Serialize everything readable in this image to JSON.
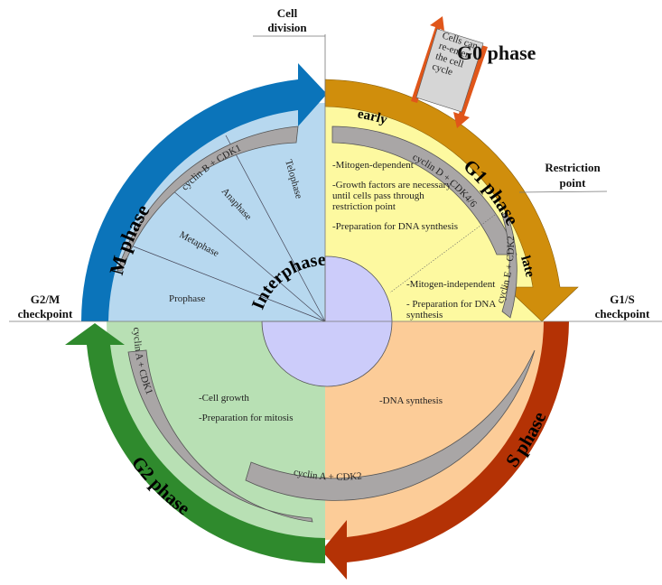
{
  "title": "Cell cycle diagram",
  "colors": {
    "m_phase": "#0b74ba",
    "g1_phase": "#d08e0c",
    "s_phase": "#b43205",
    "g2_phase": "#2f8a2d",
    "g0_arrow": "#e0561a",
    "mitosis_bg": "#b7d8ef",
    "g1_bg": "#fdf9a0",
    "s_bg": "#fccc98",
    "g2_bg": "#b8e0b4",
    "interphase": "#ccccfa",
    "cyclin": "#a9a6a6"
  },
  "checkpoints": {
    "cell_division": [
      "Cell",
      "division"
    ],
    "restriction": [
      "Restriction",
      "point"
    ],
    "g2m": [
      "G2/M",
      "checkpoint"
    ],
    "g1s": [
      "G1/S",
      "checkpoint"
    ]
  },
  "phases": {
    "m": "M phase",
    "g1": "G1 phase",
    "s": "S phase",
    "g2": "G2 phase",
    "g0": "G0 phase",
    "interphase": "Interphase",
    "g1_early": "early",
    "g1_late": "late"
  },
  "g0_box": [
    "Cells can",
    "re-enter",
    "the cell",
    "cycle"
  ],
  "mitosis_stages": [
    "Prophase",
    "Metaphase",
    "Anaphase",
    "Telophase"
  ],
  "cyclins": {
    "b_cdk1": "cyclin B + CDK1",
    "d_cdk46": "cyclin D + CDK4/6",
    "e_cdk2": "cyclin E + CDK2",
    "a_cdk2": "cyclin A + CDK2",
    "a_cdk1": "cyclin A + CDK1"
  },
  "notes": {
    "g1_early": [
      "-Mitogen-dependent",
      "-Growth factors are necessary",
      "until cells pass through",
      "restriction point",
      "-Preparation for DNA synthesis"
    ],
    "g1_late": [
      "-Mitogen-independent",
      "- Preparation for DNA",
      "synthesis"
    ],
    "s": [
      "-DNA synthesis"
    ],
    "g2": [
      "-Cell growth",
      "-Preparation for mitosis"
    ]
  }
}
